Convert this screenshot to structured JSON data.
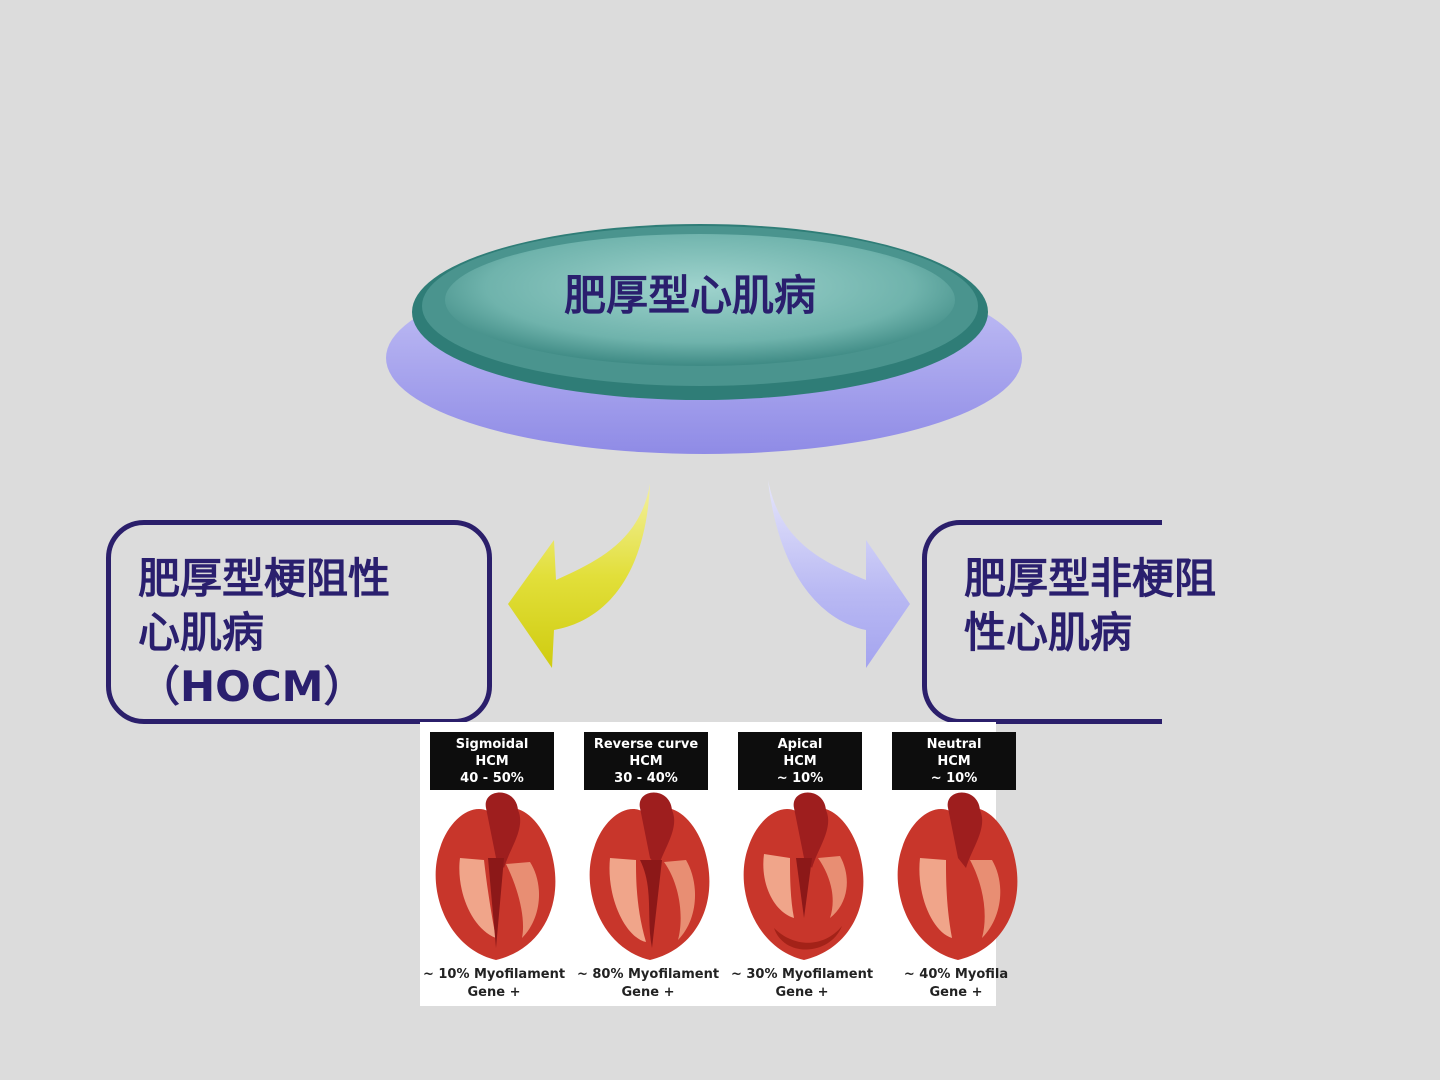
{
  "central_node": {
    "label": "肥厚型心肌病"
  },
  "left_node": {
    "line1": "肥厚型梗阻性",
    "line2": "心肌病",
    "line3": "（HOCM）"
  },
  "right_node": {
    "line1": "肥厚型非梗阻",
    "line2": "性心肌病"
  },
  "hcm_panels": [
    {
      "name": "Sigmoidal",
      "type": "HCM",
      "percent": "40 - 50%",
      "gene": "~ 10% Myofilament",
      "gene2": "Gene +"
    },
    {
      "name": "Reverse curve",
      "type": "HCM",
      "percent": "30 - 40%",
      "gene": "~ 80% Myofilament",
      "gene2": "Gene +"
    },
    {
      "name": "Apical",
      "type": "HCM",
      "percent": "~ 10%",
      "gene": "~ 30% Myofilament",
      "gene2": "Gene +"
    },
    {
      "name": "Neutral",
      "type": "HCM",
      "percent": "~ 10%",
      "gene": "~ 40% Myofila",
      "gene2": "Gene +"
    }
  ],
  "colors": {
    "background": "#dcdcdc",
    "ellipse_teal": "#3f8c86",
    "ellipse_base": "#a9a6ee",
    "text": "#2a1f6e",
    "border": "#2b1f6b",
    "arrow_left": "#d4d21f",
    "arrow_right": "#c4c4f5",
    "heart_red": "#c8362b"
  }
}
